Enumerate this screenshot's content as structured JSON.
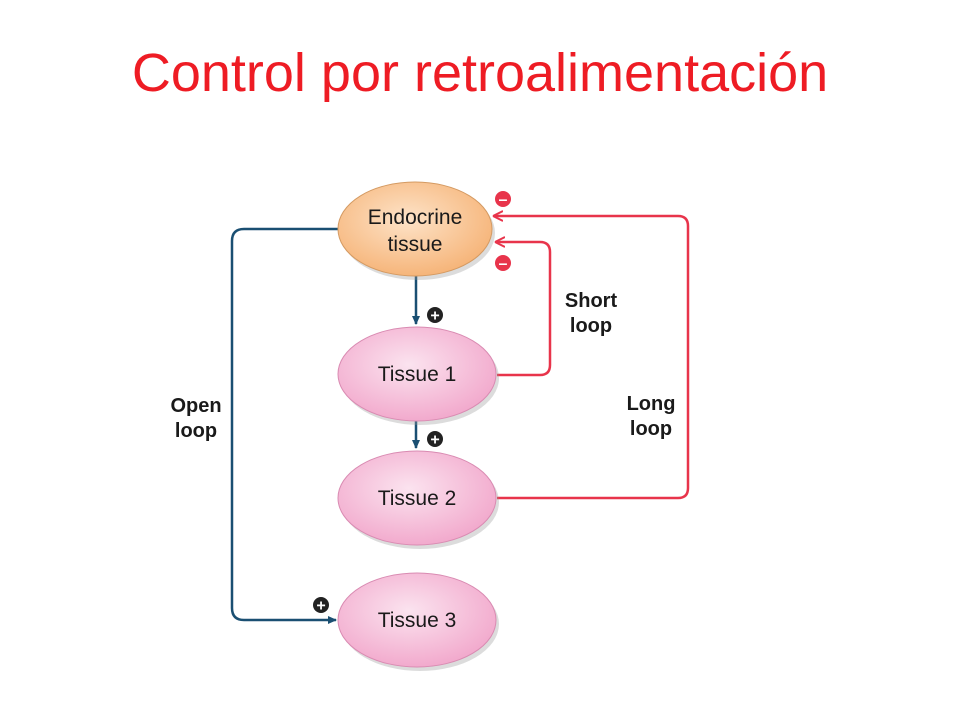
{
  "title": "Control por retroalimentación",
  "nodes": {
    "endocrine": [
      "Endocrine",
      "tissue"
    ],
    "tissue1": "Tissue 1",
    "tissue2": "Tissue 2",
    "tissue3": "Tissue 3"
  },
  "loops": {
    "open": [
      "Open",
      "loop"
    ],
    "short": [
      "Short",
      "loop"
    ],
    "long": [
      "Long",
      "loop"
    ]
  },
  "signs": {
    "plus": "+",
    "minus": "–"
  },
  "colors": {
    "title": "#ee1c24",
    "stimulatory": "#1a4f72",
    "inhibitory": "#e8344b",
    "endocrine_fill": "#f9c99a",
    "tissue_fill": "#f7c6de"
  }
}
